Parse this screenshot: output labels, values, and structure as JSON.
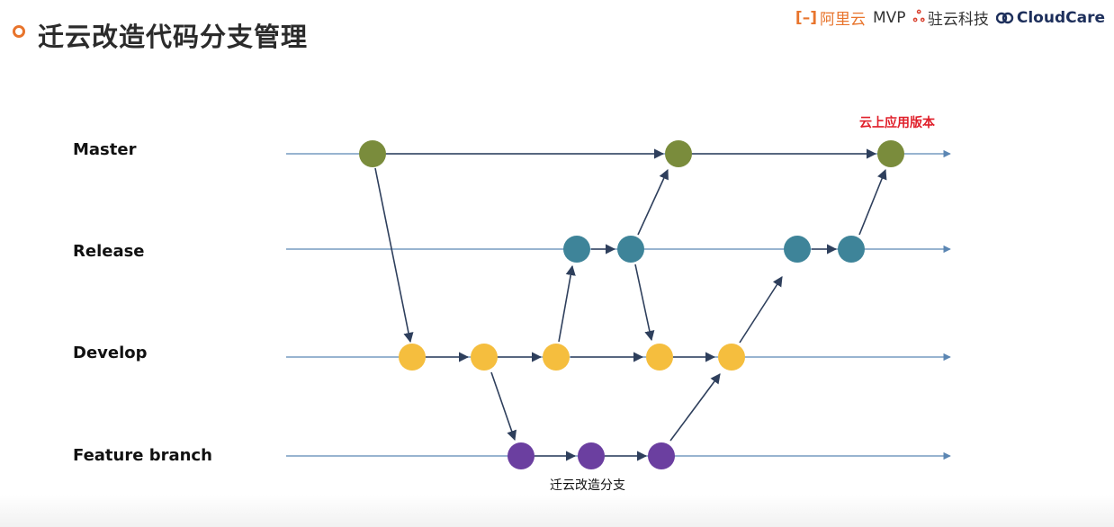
{
  "header": {
    "title": "迁云改造代码分支管理",
    "logos": {
      "aliyun": "阿里云",
      "mvp": "MVP",
      "zhuyun": "驻云科技",
      "cloudcare": "CloudCare"
    }
  },
  "lanes": [
    {
      "id": "master",
      "label": "Master"
    },
    {
      "id": "release",
      "label": "Release"
    },
    {
      "id": "develop",
      "label": "Develop"
    },
    {
      "id": "feature",
      "label": "Feature branch"
    }
  ],
  "annotations": {
    "cloud_version": "云上应用版本",
    "migration_branch": "迁云改造分支"
  },
  "colors": {
    "master": "#7a8c3c",
    "release": "#3e8499",
    "develop": "#f5be3e",
    "feature": "#6b3fa0",
    "arrow": "#2e3f5c",
    "lane_line": "#5b86b3",
    "accent_red": "#e0202b",
    "title_bullet": "#e8742c"
  }
}
